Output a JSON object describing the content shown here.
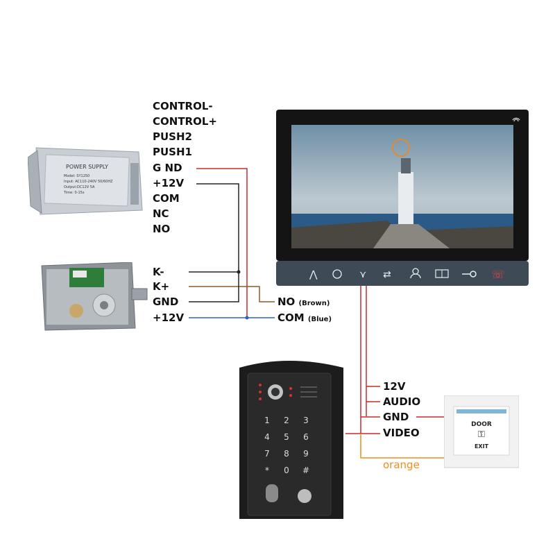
{
  "power_supply": {
    "title": "POWER SUPPLY",
    "model": "Model: SY1250",
    "input": "Input: AC110-240V  50/60HZ",
    "output": "Output:DC12V  5A",
    "time": "Time: 0-15s",
    "terminals": [
      "CONTROL-",
      "CONTROL+",
      "PUSH2",
      "PUSH1",
      "G ND",
      "+12V",
      "COM",
      "NC",
      "NO"
    ]
  },
  "lock": {
    "terminals": [
      "K-",
      "K+",
      "GND",
      "+12V"
    ]
  },
  "relay": {
    "no": "NO",
    "no_color": "(Brown)",
    "com": "COM",
    "com_color": "(Blue)"
  },
  "doorbell": {
    "terminals": [
      "12V",
      "AUDIO",
      "GND",
      "VIDEO"
    ],
    "orange_label": "orange",
    "keypad_keys": [
      "1",
      "2",
      "3",
      "4",
      "5",
      "6",
      "7",
      "8",
      "9",
      "*",
      "0",
      "#"
    ]
  },
  "exit_button": {
    "line1": "DOOR",
    "line2": "EXIT"
  },
  "monitor": {
    "buttons": [
      "up-arrow-icon",
      "settings-icon",
      "down-arrow-icon",
      "transfer-icon",
      "contacts-icon",
      "gate-icon",
      "key-icon",
      "hangup-icon"
    ]
  },
  "colors": {
    "red_wire": "#cc2a2a",
    "black_wire": "#222222",
    "brown_wire": "#8b5a2b",
    "blue_wire": "#2a5fd6",
    "orange_wire": "#f28c1c"
  }
}
